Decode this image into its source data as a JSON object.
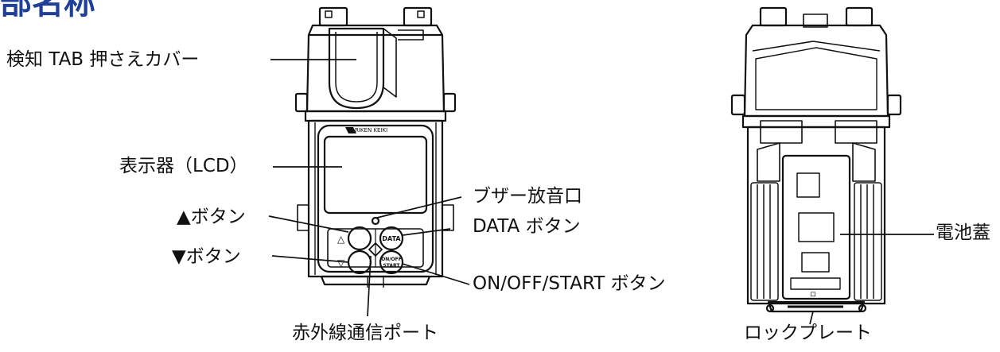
{
  "title": "部名称",
  "device": {
    "brand": "RIKEN KEIKI",
    "button_symbols": {
      "up": "△",
      "down": "▽"
    },
    "button_texts": {
      "data": "DATA",
      "onoff_top": "ON/OFF",
      "onoff_bottom": "START"
    },
    "back_label": "ロ"
  },
  "labels": {
    "tab_cover": "検知 TAB 押さえカバー",
    "lcd": "表示器（LCD）",
    "up_button": "▲ボタン",
    "down_button": "▼ボタン",
    "buzzer": "ブザー放音口",
    "data_button": "DATA ボタン",
    "onoff_button": "ON/OFF/START ボタン",
    "ir_port": "赤外線通信ポート",
    "battery_cover": "電池蓋",
    "lock_plate": "ロックプレート"
  }
}
